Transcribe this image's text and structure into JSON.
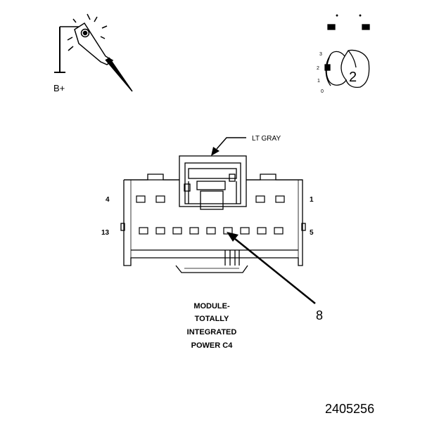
{
  "probe": {
    "supply_label": "B+"
  },
  "meter_symbol": {
    "scale_labels": [
      "3",
      "2",
      "1",
      "0"
    ],
    "setting_number": "2"
  },
  "connector": {
    "color_label": "LT GRAY",
    "pin_labels": {
      "top_left": "4",
      "top_right": "1",
      "bottom_left": "13",
      "bottom_right": "5"
    },
    "callout_pin": "8",
    "title_lines": [
      "MODULE-",
      "TOTALLY",
      "INTEGRATED",
      "POWER C4"
    ]
  },
  "figure_id": "2405256",
  "colors": {
    "line": "#000000",
    "background": "#ffffff"
  }
}
